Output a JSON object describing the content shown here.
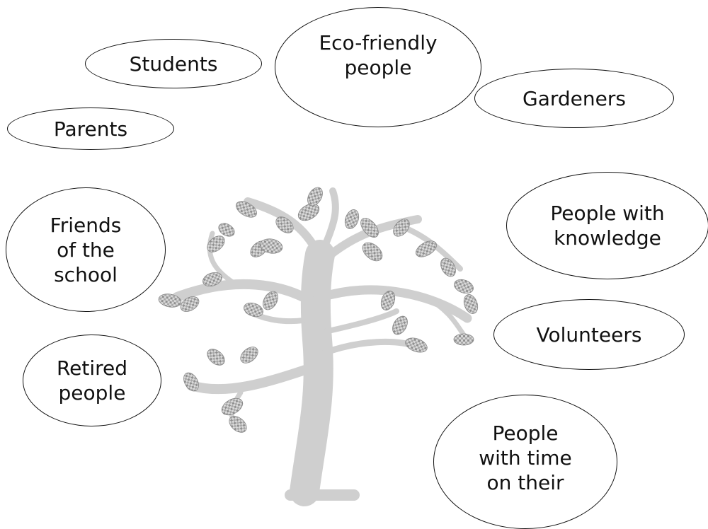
{
  "diagram": {
    "bubbles": {
      "students": "Students",
      "eco_friendly": "Eco-friendly\npeople",
      "gardeners": "Gardeners",
      "parents": "Parents",
      "knowledge": "People with\nknowledge",
      "friends": "Friends\nof the\nschool",
      "volunteers": "Volunteers",
      "retired": "Retired\npeople",
      "time": "People\nwith time\non their"
    },
    "colors": {
      "trunk": "#cfcfcf",
      "leaf_dark": "#9a9a9a",
      "leaf_light": "#d9d9d9",
      "outline": "#111111"
    }
  }
}
